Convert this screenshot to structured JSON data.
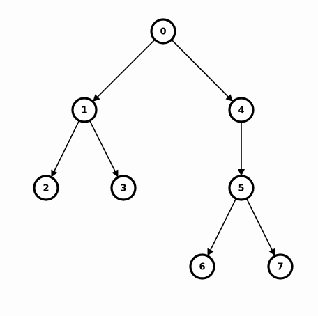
{
  "tree": {
    "nodes": [
      {
        "id": "0",
        "label": "0"
      },
      {
        "id": "1",
        "label": "1"
      },
      {
        "id": "4",
        "label": "4"
      },
      {
        "id": "2",
        "label": "2"
      },
      {
        "id": "3",
        "label": "3"
      },
      {
        "id": "5",
        "label": "5"
      },
      {
        "id": "6",
        "label": "6"
      },
      {
        "id": "7",
        "label": "7"
      }
    ],
    "edges": [
      {
        "from": "0",
        "to": "1"
      },
      {
        "from": "0",
        "to": "4"
      },
      {
        "from": "1",
        "to": "2"
      },
      {
        "from": "1",
        "to": "3"
      },
      {
        "from": "4",
        "to": "5"
      },
      {
        "from": "5",
        "to": "6"
      },
      {
        "from": "5",
        "to": "7"
      }
    ],
    "colors": {
      "stroke": "#000000",
      "fill": "#ffffff",
      "background": "#fdfdfd"
    }
  }
}
